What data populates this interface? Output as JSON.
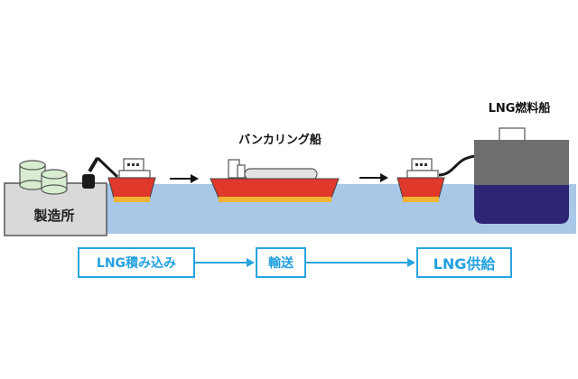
{
  "labels": {
    "plant": "製造所",
    "bunkering_ship": "バンカリング船",
    "lng_fuel_ship": "LNG燃料船"
  },
  "steps": [
    {
      "label": "LNG積み込み"
    },
    {
      "label": "輸送"
    },
    {
      "label": "LNG供給"
    }
  ],
  "colors": {
    "sea": "#a9c7e6",
    "hull_red": "#e0382b",
    "hull_stripe": "#f2b233",
    "fuel_ship_upper": "#6e6e6e",
    "fuel_ship_lower": "#2e2674",
    "tank_green": "#d7ecd0",
    "plant_gray": "#d9d9d9",
    "step_blue": "#2aa3e0"
  }
}
